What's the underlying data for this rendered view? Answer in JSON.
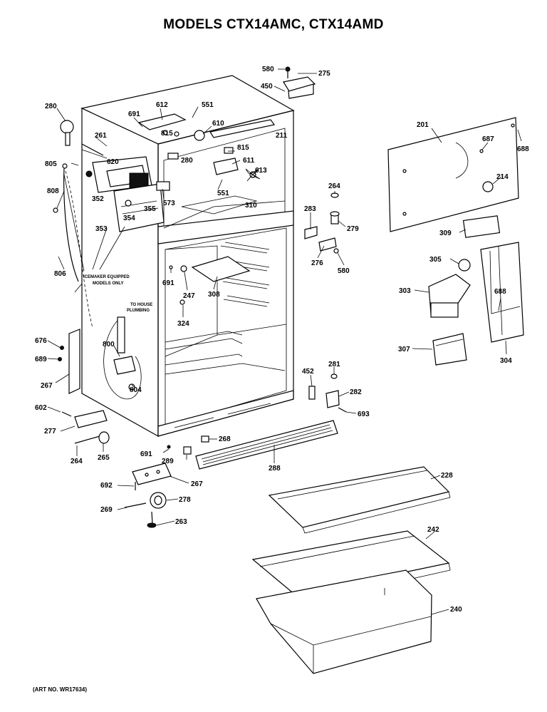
{
  "title": "MODELS CTX14AMC, CTX14AMD",
  "art_number": "(ART NO. WR17634)",
  "notes": {
    "icemaker": [
      "ICEMAKER EQUIPPED",
      "MODELS ONLY"
    ],
    "house_plumbing": [
      "TO HOUSE",
      "PLUMBING"
    ]
  },
  "callouts": {
    "c580a": "580",
    "c275": "275",
    "c450": "450",
    "c280a": "280",
    "c612": "612",
    "c551a": "551",
    "c691a": "691",
    "c610": "610",
    "c815a": "815",
    "c211": "211",
    "c261": "261",
    "c815b": "815",
    "c611": "611",
    "c620": "620",
    "c280b": "280",
    "c613": "613",
    "c805": "805",
    "c551b": "551",
    "c573": "573",
    "c310": "310",
    "c352": "352",
    "c355": "355",
    "c354": "354",
    "c353": "353",
    "c808": "808",
    "c806": "806",
    "c201": "201",
    "c687": "687",
    "c688a": "688",
    "c214": "214",
    "c264a": "264",
    "c283": "283",
    "c279": "279",
    "c276": "276",
    "c580b": "580",
    "c309": "309",
    "c691b": "691",
    "c247": "247",
    "c308": "308",
    "c324": "324",
    "c305": "305",
    "c303": "303",
    "c688b": "688",
    "c307": "307",
    "c304": "304",
    "c800": "800",
    "c804": "804",
    "c676": "676",
    "c689": "689",
    "c267a": "267",
    "c602": "602",
    "c277": "277",
    "c452": "452",
    "c281": "281",
    "c282": "282",
    "c693": "693",
    "c264b": "264",
    "c265": "265",
    "c268": "268",
    "c691c": "691",
    "c289": "289",
    "c288": "288",
    "c228": "228",
    "c692": "692",
    "c267b": "267",
    "c269": "269",
    "c278": "278",
    "c263": "263",
    "c242": "242",
    "c240": "240"
  }
}
